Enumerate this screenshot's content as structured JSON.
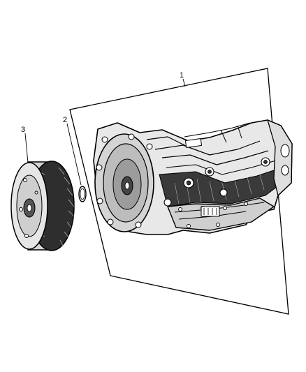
{
  "diagram": {
    "callouts": [
      {
        "number": "1",
        "part": "transmission-assembly"
      },
      {
        "number": "2",
        "part": "o-ring-seal"
      },
      {
        "number": "3",
        "part": "torque-converter"
      }
    ],
    "colors": {
      "ink": "#000000",
      "paper": "#ffffff",
      "shade": "#3a3a3a"
    }
  }
}
